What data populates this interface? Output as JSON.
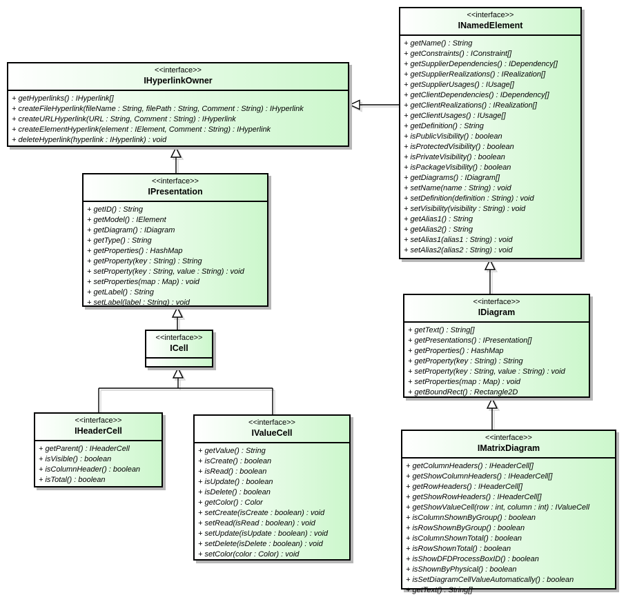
{
  "diagram": {
    "kind": "uml-interface-class-diagram",
    "colors": {
      "fill_gradient_start": "#ffffff",
      "fill_gradient_end": "#ccf7cc",
      "border": "#000000",
      "shadow": "#b7b7b7",
      "background": "#ffffff"
    }
  },
  "classes": [
    {
      "stereotype": "<<interface>>",
      "name": "IHyperlinkOwner",
      "methods": [
        "+ getHyperlinks() : IHyperlink[]",
        "+ createFileHyperlink(fileName : String, filePath : String, Comment : String) : IHyperlink",
        "+ createURLHyperlink(URL : String, Comment : String) : IHyperlink",
        "+ createElementHyperlink(element : IElement, Comment : String) : IHyperlink",
        "+ deleteHyperlink(hyperlink : IHyperlink) : void"
      ]
    },
    {
      "stereotype": "<<interface>>",
      "name": "INamedElement",
      "methods": [
        "+ getName() : String",
        "+ getConstraints() : IConstraint[]",
        "+ getSupplierDependencies() : IDependency[]",
        "+ getSupplierRealizations() : IRealization[]",
        "+ getSupplierUsages() : IUsage[]",
        "+ getClientDependencies() : IDependency[]",
        "+ getClientRealizations() : IRealization[]",
        "+ getClientUsages() : IUsage[]",
        "+ getDefinition() : String",
        "+ isPublicVisibility() : boolean",
        "+ isProtectedVisibility() : boolean",
        "+ isPrivateVisibility() : boolean",
        "+ isPackageVisibility() : boolean",
        "+ getDiagrams() : IDiagram[]",
        "+ setName(name : String) : void",
        "+ setDefinition(definition : String) : void",
        "+ setVisibility(visibility : String) : void",
        "+ getAlias1() : String",
        "+ getAlias2() : String",
        "+ setAlias1(alias1 : String) : void",
        "+ setAlias2(alias2 : String) : void"
      ]
    },
    {
      "stereotype": "<<interface>>",
      "name": "IPresentation",
      "methods": [
        "+ getID() : String",
        "+ getModel() : IElement",
        "+ getDiagram() : IDiagram",
        "+ getType() : String",
        "+ getProperties() : HashMap",
        "+ getProperty(key : String) : String",
        "+ setProperty(key : String, value : String) : void",
        "+ setProperties(map : Map) : void",
        "+ getLabel() : String",
        "+ setLabel(label : String) : void"
      ]
    },
    {
      "stereotype": "<<interface>>",
      "name": "ICell",
      "methods": []
    },
    {
      "stereotype": "<<interface>>",
      "name": "IHeaderCell",
      "methods": [
        "+ getParent() : IHeaderCell",
        "+ isVisible() : boolean",
        "+ isColumnHeader() : boolean",
        "+ isTotal() : boolean"
      ]
    },
    {
      "stereotype": "<<interface>>",
      "name": "IValueCell",
      "methods": [
        "+ getValue() : String",
        "+ isCreate() : boolean",
        "+ isRead() : boolean",
        "+ isUpdate() : boolean",
        "+ isDelete() : boolean",
        "+ getColor() : Color",
        "+ setCreate(isCreate : boolean) : void",
        "+ setRead(isRead : boolean) : void",
        "+ setUpdate(isUpdate : boolean) : void",
        "+ setDelete(isDelete : boolean) : void",
        "+ setColor(color : Color) : void"
      ]
    },
    {
      "stereotype": "<<interface>>",
      "name": "IDiagram",
      "methods": [
        "+ getText() : String[]",
        "+ getPresentations() : IPresentation[]",
        "+ getProperties() : HashMap",
        "+ getProperty(key : String) : String",
        "+ setProperty(key : String, value : String) : void",
        "+ setProperties(map : Map) : void",
        "+ getBoundRect() : Rectangle2D"
      ]
    },
    {
      "stereotype": "<<interface>>",
      "name": "IMatrixDiagram",
      "methods": [
        "+ getColumnHeaders() : IHeaderCell[]",
        "+ getShowColumnHeaders() : IHeaderCell[]",
        "+ getRowHeaders() : IHeaderCell[]",
        "+ getShowRowHeaders() : IHeaderCell[]",
        "+ getShowValueCell(row : int, column : int) : IValueCell",
        "+ isColumnShownByGroup() : boolean",
        "+ isRowShownByGroup() : boolean",
        "+ isColumnShownTotal() : boolean",
        "+ isRowShownTotal() : boolean",
        "+ isShowDFDProcessBoxID() : boolean",
        "+ isShownByPhysical() : boolean",
        "+ isSetDiagramCellValueAutomatically() : boolean",
        "+ getText() : String[]"
      ]
    }
  ],
  "relationships": [
    {
      "type": "generalization",
      "child": "INamedElement",
      "parent": "IHyperlinkOwner"
    },
    {
      "type": "generalization",
      "child": "IPresentation",
      "parent": "IHyperlinkOwner"
    },
    {
      "type": "generalization",
      "child": "ICell",
      "parent": "IPresentation"
    },
    {
      "type": "generalization",
      "child": "IHeaderCell",
      "parent": "ICell"
    },
    {
      "type": "generalization",
      "child": "IValueCell",
      "parent": "ICell"
    },
    {
      "type": "generalization",
      "child": "IDiagram",
      "parent": "INamedElement"
    },
    {
      "type": "generalization",
      "child": "IMatrixDiagram",
      "parent": "IDiagram"
    }
  ]
}
